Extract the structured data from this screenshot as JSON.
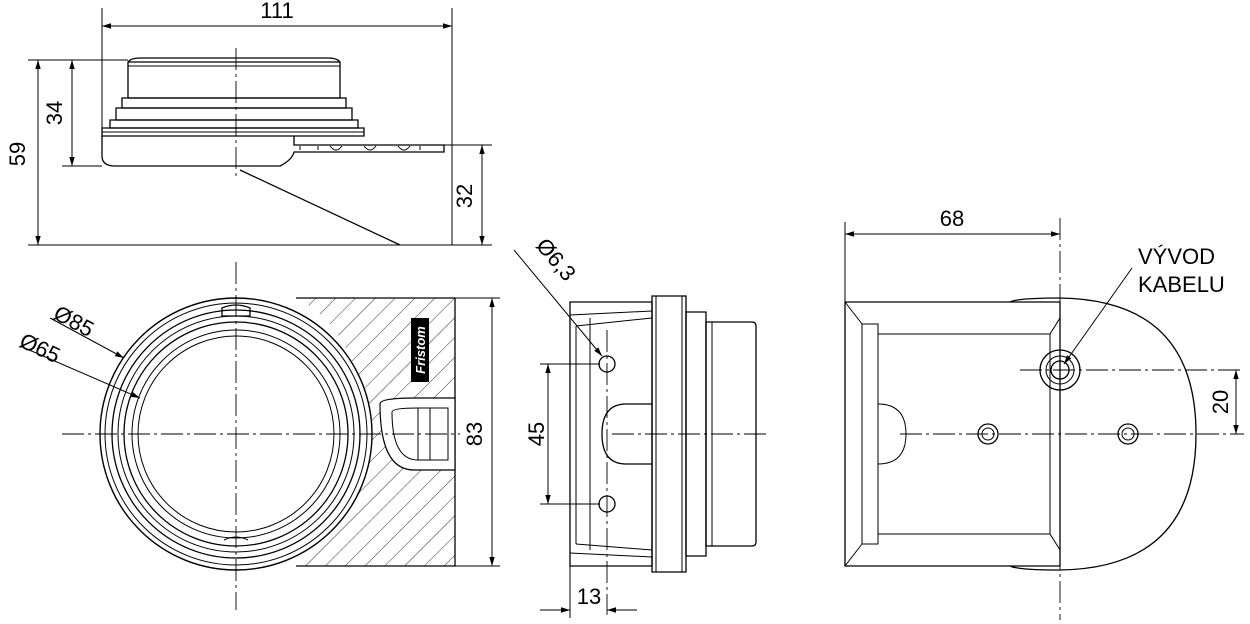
{
  "dimensions": {
    "top_width": "111",
    "overall_height": "59",
    "lamp_height": "34",
    "bracket_height": "32",
    "outer_diameter": "Ø85",
    "lens_diameter": "Ø65",
    "base_height": "83",
    "hole_diameter": "Ø6,3",
    "hole_spacing": "45",
    "hole_offset": "13",
    "right_width": "68",
    "cable_offset": "20"
  },
  "notes": {
    "cable_line1": "VÝVOD",
    "cable_line2": "KABELU"
  },
  "logo": "Fristom"
}
